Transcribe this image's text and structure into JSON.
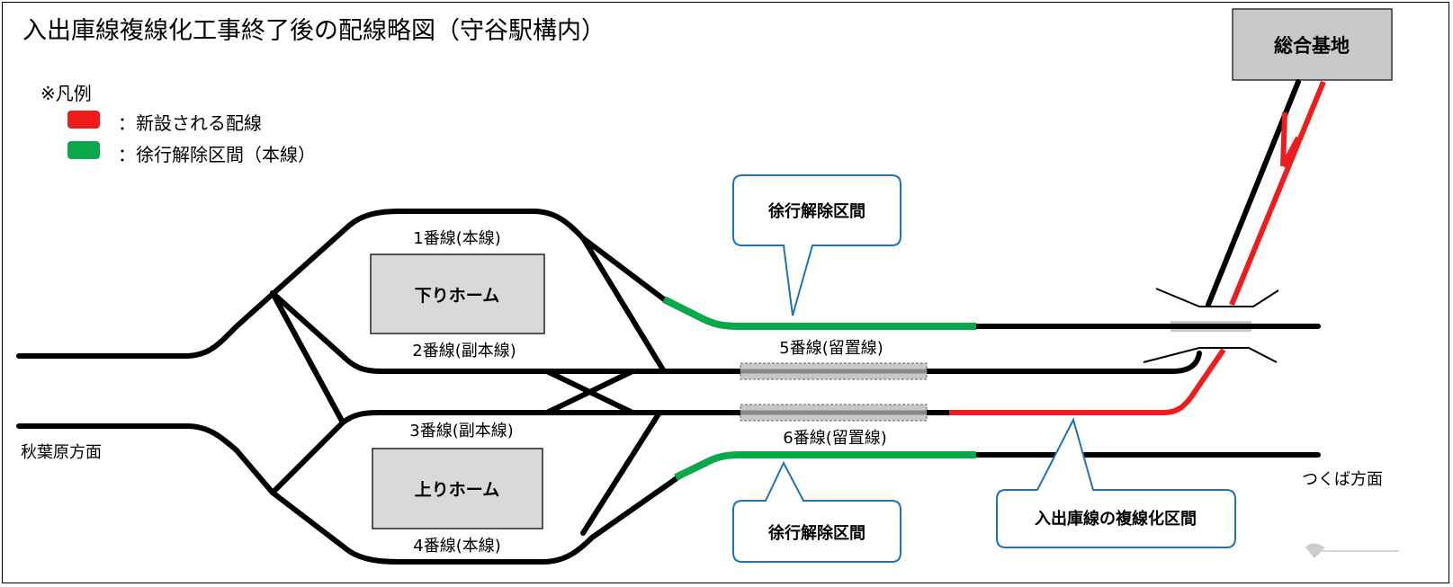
{
  "title": "入出庫線複線化工事終了後の配線略図（守谷駅構内）",
  "legend": {
    "heading": "※凡例",
    "items": [
      {
        "color": "#ee1c1c",
        "text": "：新設される配線"
      },
      {
        "color": "#0aa84a",
        "text": "：徐行解除区間（本線）"
      }
    ]
  },
  "depot": "総合基地",
  "platforms": {
    "down": "下りホーム",
    "up": "上りホーム"
  },
  "tracks": {
    "t1": "1番線(本線)",
    "t2": "2番線(副本線)",
    "t3": "3番線(副本線)",
    "t4": "4番線(本線)",
    "t5": "5番線(留置線)",
    "t6": "6番線(留置線)"
  },
  "directions": {
    "west": "秋葉原方面",
    "east": "つくば方面"
  },
  "callouts": {
    "top": "徐行解除区間",
    "bottom": "徐行解除区間",
    "double": "入出庫線の複線化区間"
  },
  "colors": {
    "track": "#000000",
    "new": "#ee1c1c",
    "slow_release": "#0aa84a",
    "platform": "#d9d9d9",
    "callout_border": "#1e73b4"
  }
}
